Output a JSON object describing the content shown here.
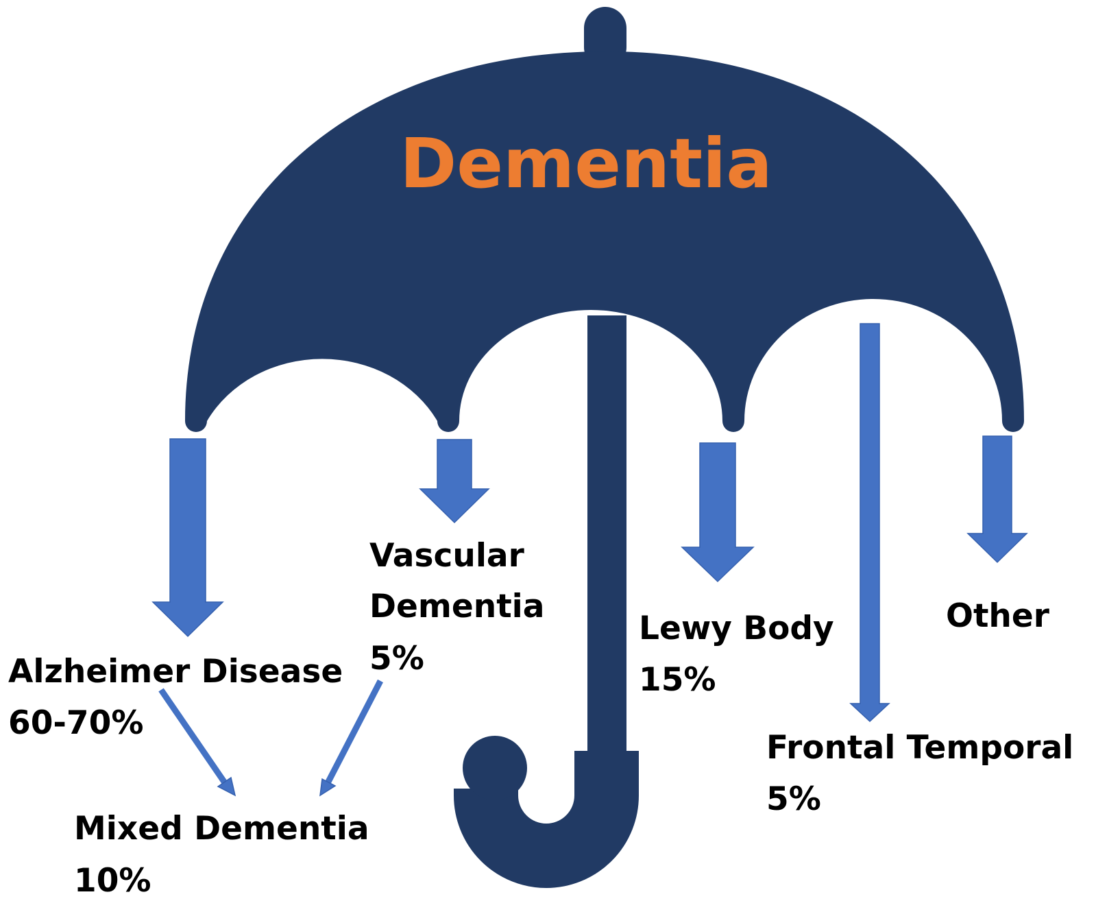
{
  "title": "Dementia",
  "colors": {
    "umbrella": "#213A64",
    "arrow": "#4472C4",
    "title": "#ED7D31",
    "label": "#000000"
  },
  "labels": {
    "alzheimer_name": "Alzheimer Disease",
    "alzheimer_pct": "60-70%",
    "vascular_name_line1": "Vascular",
    "vascular_name_line2": "Dementia",
    "vascular_pct": "5%",
    "lewy_name": "Lewy Body",
    "lewy_pct": "15%",
    "frontal_name": "Frontal Temporal",
    "frontal_pct": "5%",
    "other_name": "Other",
    "mixed_name": "Mixed Dementia",
    "mixed_pct": "10%"
  }
}
